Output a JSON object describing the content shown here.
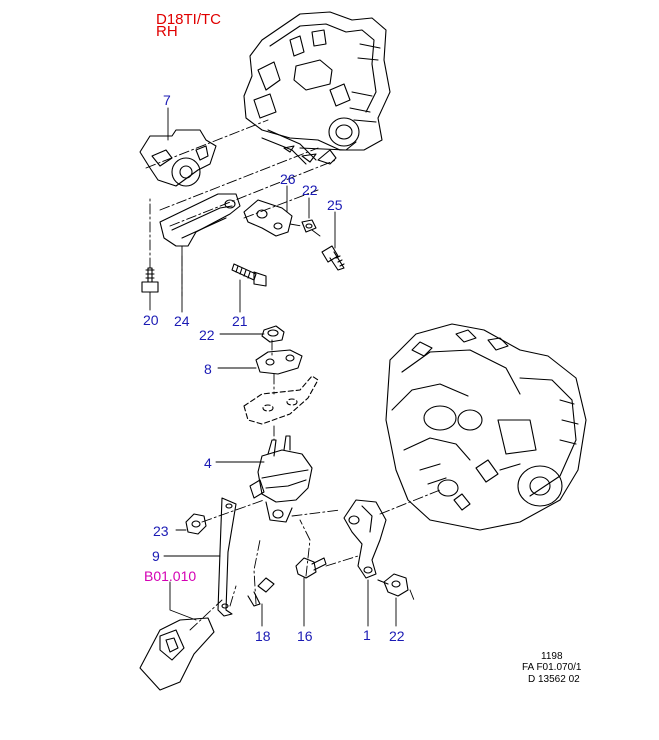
{
  "title": {
    "model": "D18TI/TC",
    "side": "RH",
    "color": "#e00000"
  },
  "callout_color": "#1a1ab4",
  "reference_callout_color": "#d400b4",
  "callouts": [
    {
      "id": "c7",
      "text": "7"
    },
    {
      "id": "c26",
      "text": "26"
    },
    {
      "id": "c22a",
      "text": "22"
    },
    {
      "id": "c25",
      "text": "25"
    },
    {
      "id": "c20",
      "text": "20"
    },
    {
      "id": "c24",
      "text": "24"
    },
    {
      "id": "c21",
      "text": "21"
    },
    {
      "id": "c22b",
      "text": "22"
    },
    {
      "id": "c8",
      "text": "8"
    },
    {
      "id": "c4",
      "text": "4"
    },
    {
      "id": "c23",
      "text": "23"
    },
    {
      "id": "c9",
      "text": "9"
    },
    {
      "id": "cB",
      "text": "B01.010"
    },
    {
      "id": "c18",
      "text": "18"
    },
    {
      "id": "c16",
      "text": "16"
    },
    {
      "id": "c1",
      "text": "1"
    },
    {
      "id": "c22c",
      "text": "22"
    }
  ],
  "reference_block": {
    "date": "1198",
    "code": "FA F01.070/1",
    "drawing": "D 13562 02"
  }
}
